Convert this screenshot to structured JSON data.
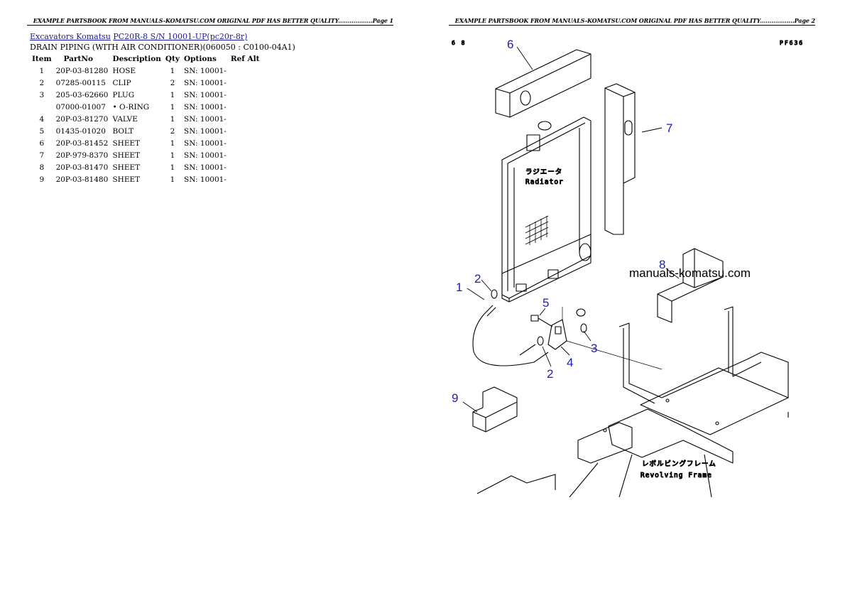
{
  "page1": {
    "header": "EXAMPLE PARTSBOOK FROM MANUALS-KOMATSU.COM ORIGINAL PDF HAS BETTER QUALITY..................Page 1",
    "breadcrumb": {
      "link1": "Excavators Komatsu",
      "link2": "PC20R-8 S/N 10001-UP(pc20r-8r)"
    },
    "subtitle": "DRAIN PIPING (WITH AIR CONDITIONER)(060050 : C0100-04A1)",
    "table": {
      "headers": [
        "Item",
        "PartNo",
        "Description",
        "Qty",
        "Options",
        "Ref Alt"
      ],
      "rows": [
        {
          "item": "1",
          "partno": "20P-03-81280",
          "desc": "HOSE",
          "qty": "1",
          "options": "SN: 10001-",
          "ref": ""
        },
        {
          "item": "2",
          "partno": "07285-00115",
          "desc": "CLIP",
          "qty": "2",
          "options": "SN: 10001-",
          "ref": ""
        },
        {
          "item": "3",
          "partno": "205-03-62660",
          "desc": "PLUG",
          "qty": "1",
          "options": "SN: 10001-",
          "ref": ""
        },
        {
          "item": "",
          "partno": "07000-01007",
          "desc": "• O-RING",
          "qty": "1",
          "options": "SN: 10001-",
          "ref": ""
        },
        {
          "item": "4",
          "partno": "20P-03-81270",
          "desc": "VALVE",
          "qty": "1",
          "options": "SN: 10001-",
          "ref": ""
        },
        {
          "item": "5",
          "partno": "01435-01020",
          "desc": "BOLT",
          "qty": "2",
          "options": "SN: 10001-",
          "ref": ""
        },
        {
          "item": "6",
          "partno": "20P-03-81452",
          "desc": "SHEET",
          "qty": "1",
          "options": "SN: 10001-",
          "ref": ""
        },
        {
          "item": "7",
          "partno": "20P-979-8370",
          "desc": "SHEET",
          "qty": "1",
          "options": "SN: 10001-",
          "ref": ""
        },
        {
          "item": "8",
          "partno": "20P-03-81470",
          "desc": "SHEET",
          "qty": "1",
          "options": "SN: 10001-",
          "ref": ""
        },
        {
          "item": "9",
          "partno": "20P-03-81480",
          "desc": "SHEET",
          "qty": "1",
          "options": "SN: 10001-",
          "ref": ""
        }
      ]
    }
  },
  "page2": {
    "header": "EXAMPLE PARTSBOOK FROM MANUALS-KOMATSU.COM ORIGINAL PDF HAS BETTER QUALITY..................Page 2",
    "diagram": {
      "corner_left": "6 8",
      "corner_right": "PF636",
      "watermark": "manuals-komatsu.com",
      "radiator_jp": "ラジエータ",
      "radiator_en": "Radiator",
      "frame_jp": "レボルビングフレーム",
      "frame_en": "Revolving Frame",
      "callouts": [
        "6",
        "7",
        "8",
        "1",
        "2",
        "5",
        "3",
        "4",
        "2",
        "9"
      ]
    }
  },
  "colors": {
    "link": "#1a1aa0",
    "callout": "#1a1ac8"
  }
}
